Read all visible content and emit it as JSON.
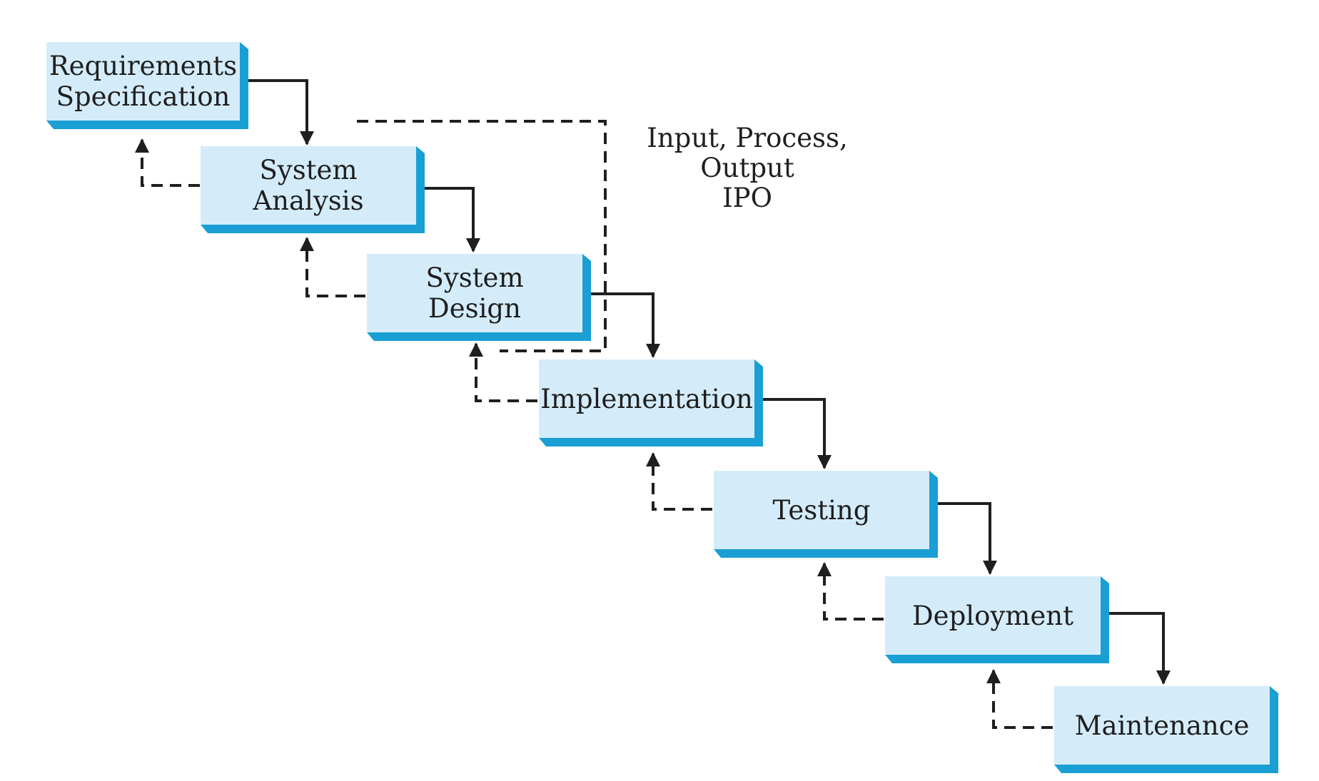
{
  "stages": [
    {
      "id": "requirements",
      "lines": [
        "Requirements",
        "Specification"
      ]
    },
    {
      "id": "system-analysis",
      "lines": [
        "System Analysis"
      ]
    },
    {
      "id": "system-design",
      "lines": [
        "System",
        "Design"
      ]
    },
    {
      "id": "implementation",
      "lines": [
        "Implementation"
      ]
    },
    {
      "id": "testing",
      "lines": [
        "Testing"
      ]
    },
    {
      "id": "deployment",
      "lines": [
        "Deployment"
      ]
    },
    {
      "id": "maintenance",
      "lines": [
        "Maintenance"
      ]
    }
  ],
  "ipo": {
    "line1": "Input, Process, Output",
    "line2": "IPO"
  },
  "colors": {
    "box_face": "#d4ecf9",
    "box_shadow": "#1a9fd4",
    "line": "#1f1f1f"
  }
}
